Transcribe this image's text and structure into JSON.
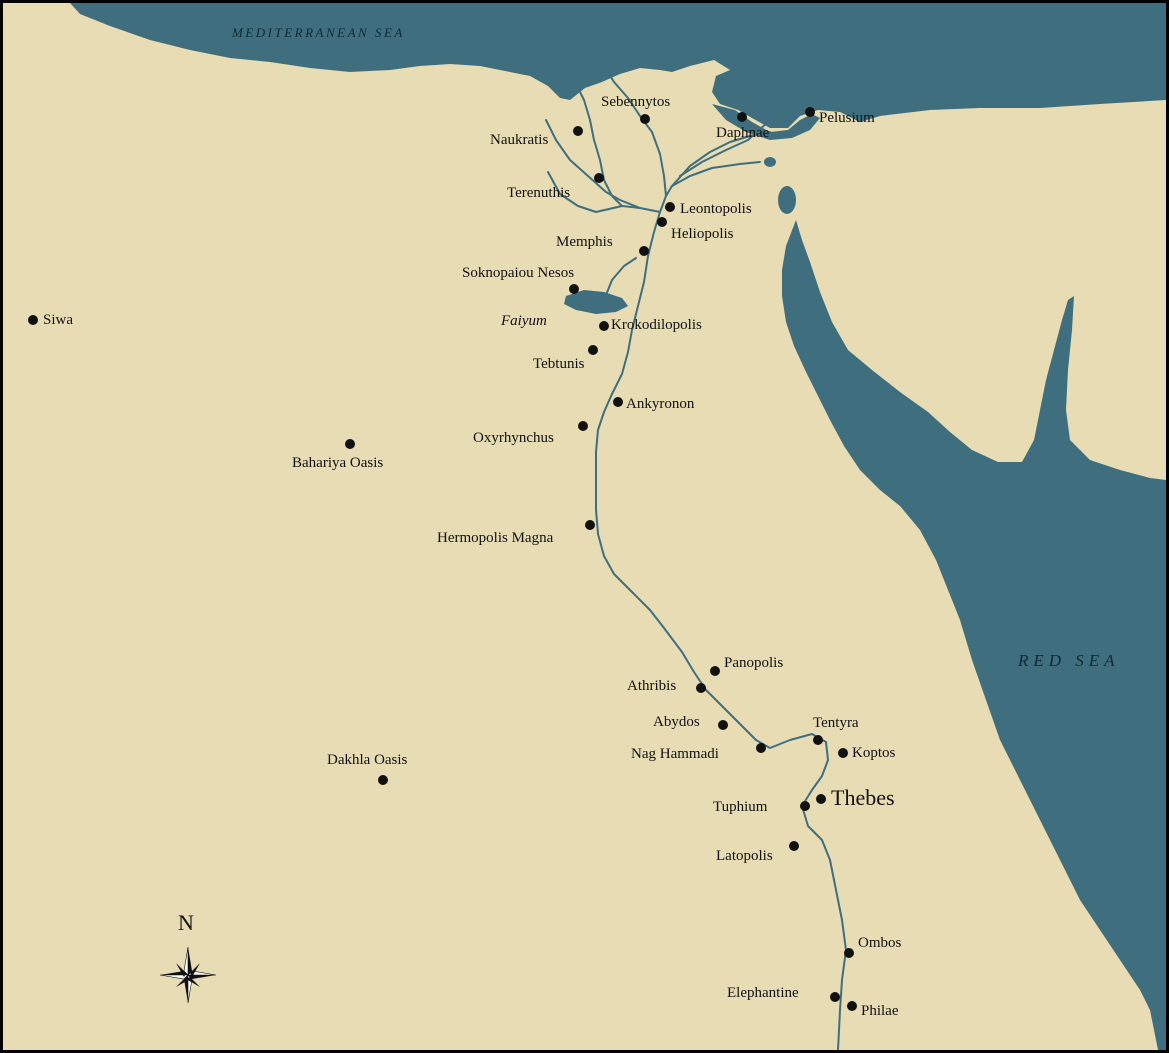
{
  "map": {
    "seas": {
      "mediterranean": "MEDITERRANEAN SEA",
      "red": "RED SEA"
    },
    "regions": {
      "faiyum": "Faiyum"
    },
    "compass": {
      "north_label": "N",
      "icon": "compass-rose-icon"
    },
    "places": {
      "siwa": "Siwa",
      "sebennytos": "Sebennytos",
      "naukratis": "Naukratis",
      "daphnae": "Daphnae",
      "pelusium": "Pelusium",
      "terenuthis": "Terenuthis",
      "leontopolis": "Leontopolis",
      "heliopolis": "Heliopolis",
      "memphis": "Memphis",
      "soknopaiou_nesos": "Soknopaiou Nesos",
      "krokodilopolis": "Krokodilopolis",
      "tebtunis": "Tebtunis",
      "ankyronon": "Ankyronon",
      "oxyrhynchus": "Oxyrhynchus",
      "bahariya_oasis": "Bahariya Oasis",
      "hermopolis_magna": "Hermopolis Magna",
      "panopolis": "Panopolis",
      "athribis": "Athribis",
      "abydos": "Abydos",
      "tentyra": "Tentyra",
      "nag_hammadi": "Nag Hammadi",
      "koptos": "Koptos",
      "dakhla_oasis": "Dakhla Oasis",
      "tuphium": "Tuphium",
      "thebes": "Thebes",
      "latopolis": "Latopolis",
      "ombos": "Ombos",
      "elephantine": "Elephantine",
      "philae": "Philae"
    },
    "colors": {
      "land": "#e8dcb5",
      "water": "#3f6f7e",
      "border": "#000000"
    }
  }
}
